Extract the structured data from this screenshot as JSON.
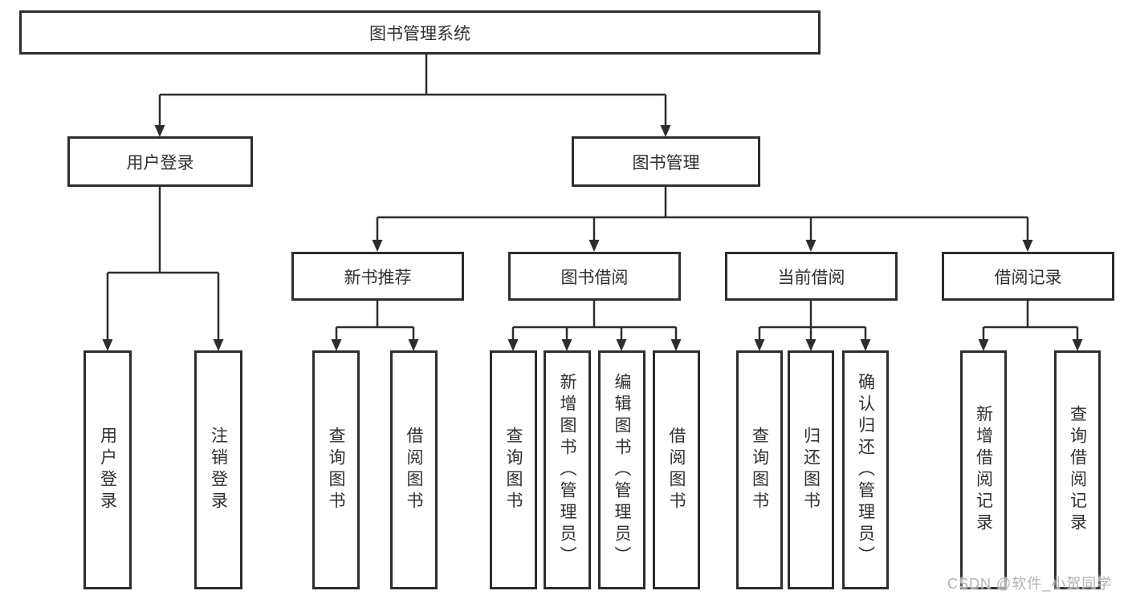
{
  "colors": {
    "background": "#ffffff",
    "line": "#2d2d2d",
    "box_border": "#2d2d2d",
    "text": "#303030",
    "watermark": "#b2b2b6"
  },
  "tree": {
    "root": "图书管理系统",
    "level2": [
      "用户登录",
      "图书管理"
    ],
    "level3": [
      "新书推荐",
      "图书借阅",
      "当前借阅",
      "借阅记录"
    ],
    "leaves": {
      "user_login": [
        "用户登录",
        "注销登录"
      ],
      "new_books": [
        "查询图书",
        "借阅图书"
      ],
      "book_borrow": [
        "查询图书",
        "新增图书（管理员）",
        "编辑图书（管理员）",
        "借阅图书"
      ],
      "current_borrow": [
        "查询图书",
        "归还图书",
        "确认归还（管理员）"
      ],
      "borrow_records": [
        "新增借阅记录",
        "查询借阅记录"
      ]
    }
  },
  "watermark": "CSDN @软件_小贺同学"
}
